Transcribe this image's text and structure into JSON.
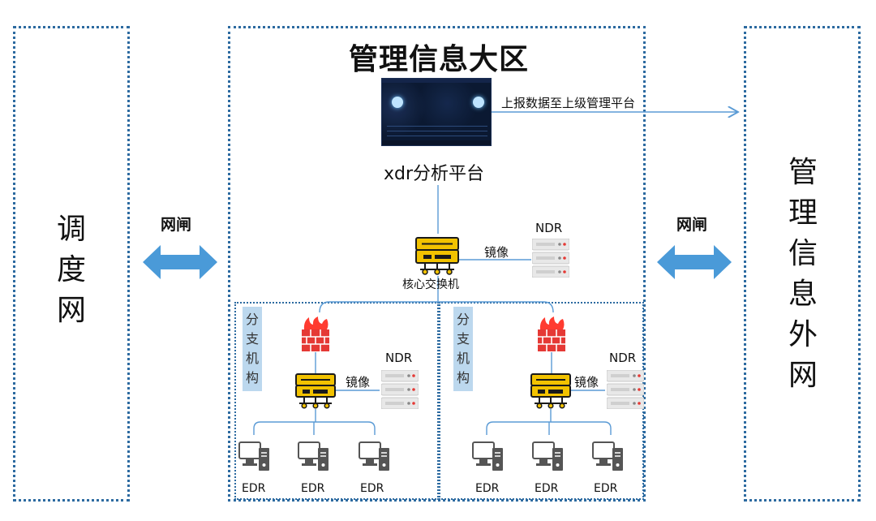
{
  "zones": {
    "left_label": [
      "调",
      "度",
      "网"
    ],
    "right_label": [
      "管",
      "理",
      "信",
      "息",
      "外",
      "网"
    ],
    "center_title": "管理信息大区"
  },
  "gateway": {
    "left": "网闸",
    "right": "网闸"
  },
  "platform": {
    "report_label": "上报数据至上级管理平台",
    "name": "xdr分析平台"
  },
  "core": {
    "switch_label": "核心交换机",
    "mirror_label": "镜像",
    "ndr_label": "NDR"
  },
  "branches": [
    {
      "tag": [
        "分",
        "支",
        "机",
        "构"
      ],
      "mirror_label": "镜像",
      "ndr_label": "NDR",
      "endpoints": [
        "EDR",
        "EDR",
        "EDR"
      ]
    },
    {
      "tag": [
        "分",
        "支",
        "机",
        "构"
      ],
      "mirror_label": "镜像",
      "ndr_label": "NDR",
      "endpoints": [
        "EDR",
        "EDR",
        "EDR"
      ]
    }
  ],
  "colors": {
    "zone_border": "#2c6aa0",
    "arrow": "#4a9ad8",
    "line": "#5b9bd5",
    "branch_tag_bg": "#bcd8ee",
    "firewall": "#e53935",
    "switch": "#f2c200"
  }
}
